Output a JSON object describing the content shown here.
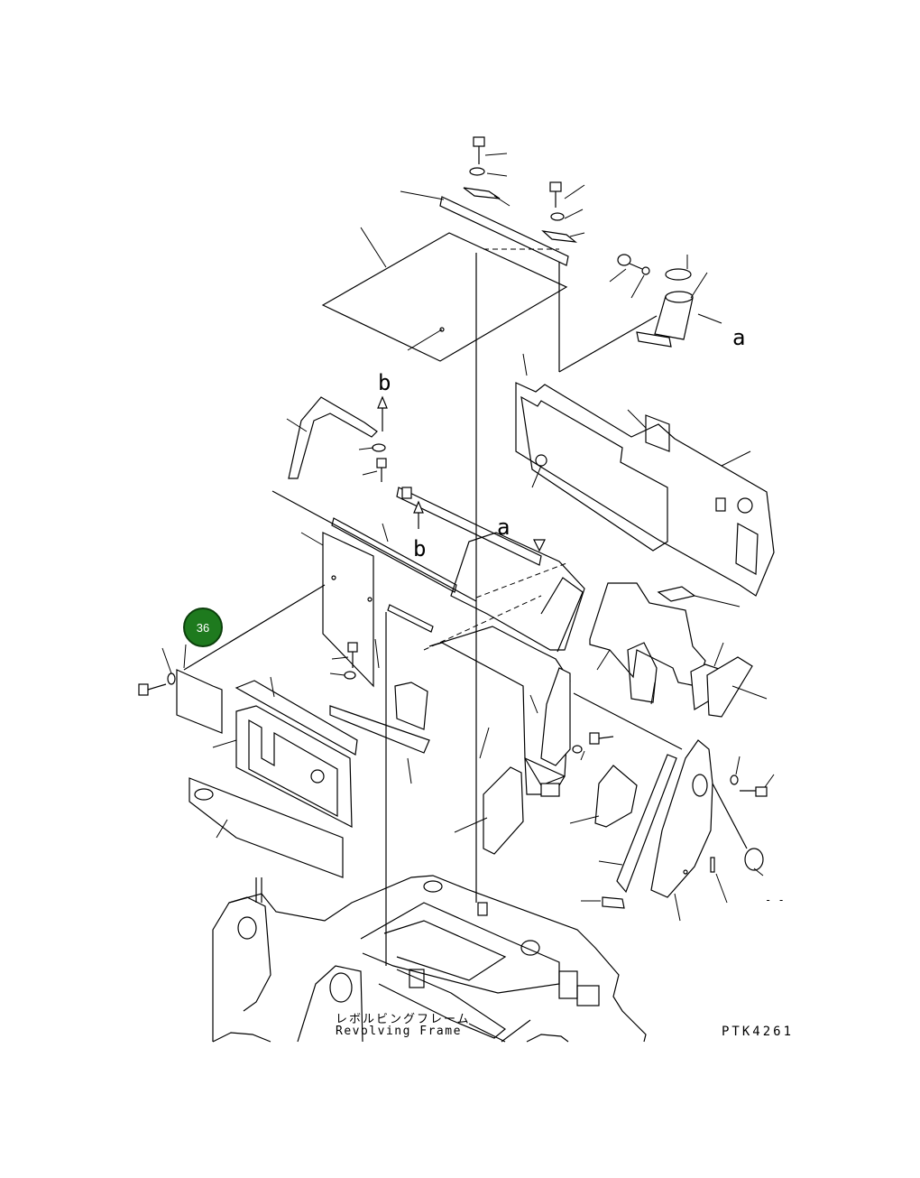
{
  "diagram": {
    "callout_number": "36",
    "ref_letters": [
      "a",
      "a",
      "b",
      "b"
    ],
    "frame_label_jp": "レボルビングフレーム",
    "frame_label_en": "Revolving Frame",
    "drawing_code": "PTK4261",
    "edge_mark": "- -"
  },
  "colors": {
    "callout_fill": "#1e7a1e",
    "line": "#000000",
    "background": "#ffffff"
  }
}
